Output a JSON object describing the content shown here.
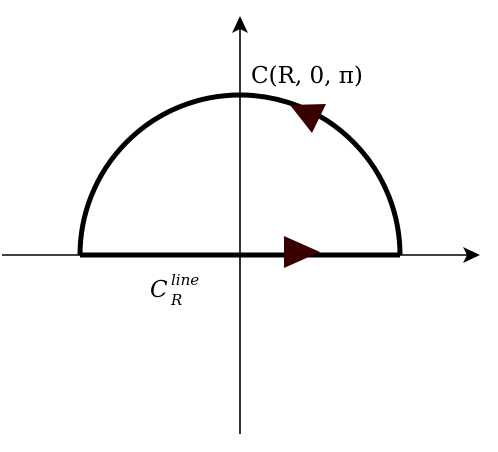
{
  "diagram": {
    "arc_label": "C(R, 0, π)",
    "line_label": {
      "base": "C",
      "superscript": "line",
      "subscript": "R"
    },
    "colors": {
      "axis": "#000000",
      "contour": "#000000",
      "arrowhead": "#3a0000",
      "background": "#ffffff"
    },
    "arrows": {
      "arc_direction": "counterclockwise",
      "line_direction": "right"
    }
  }
}
